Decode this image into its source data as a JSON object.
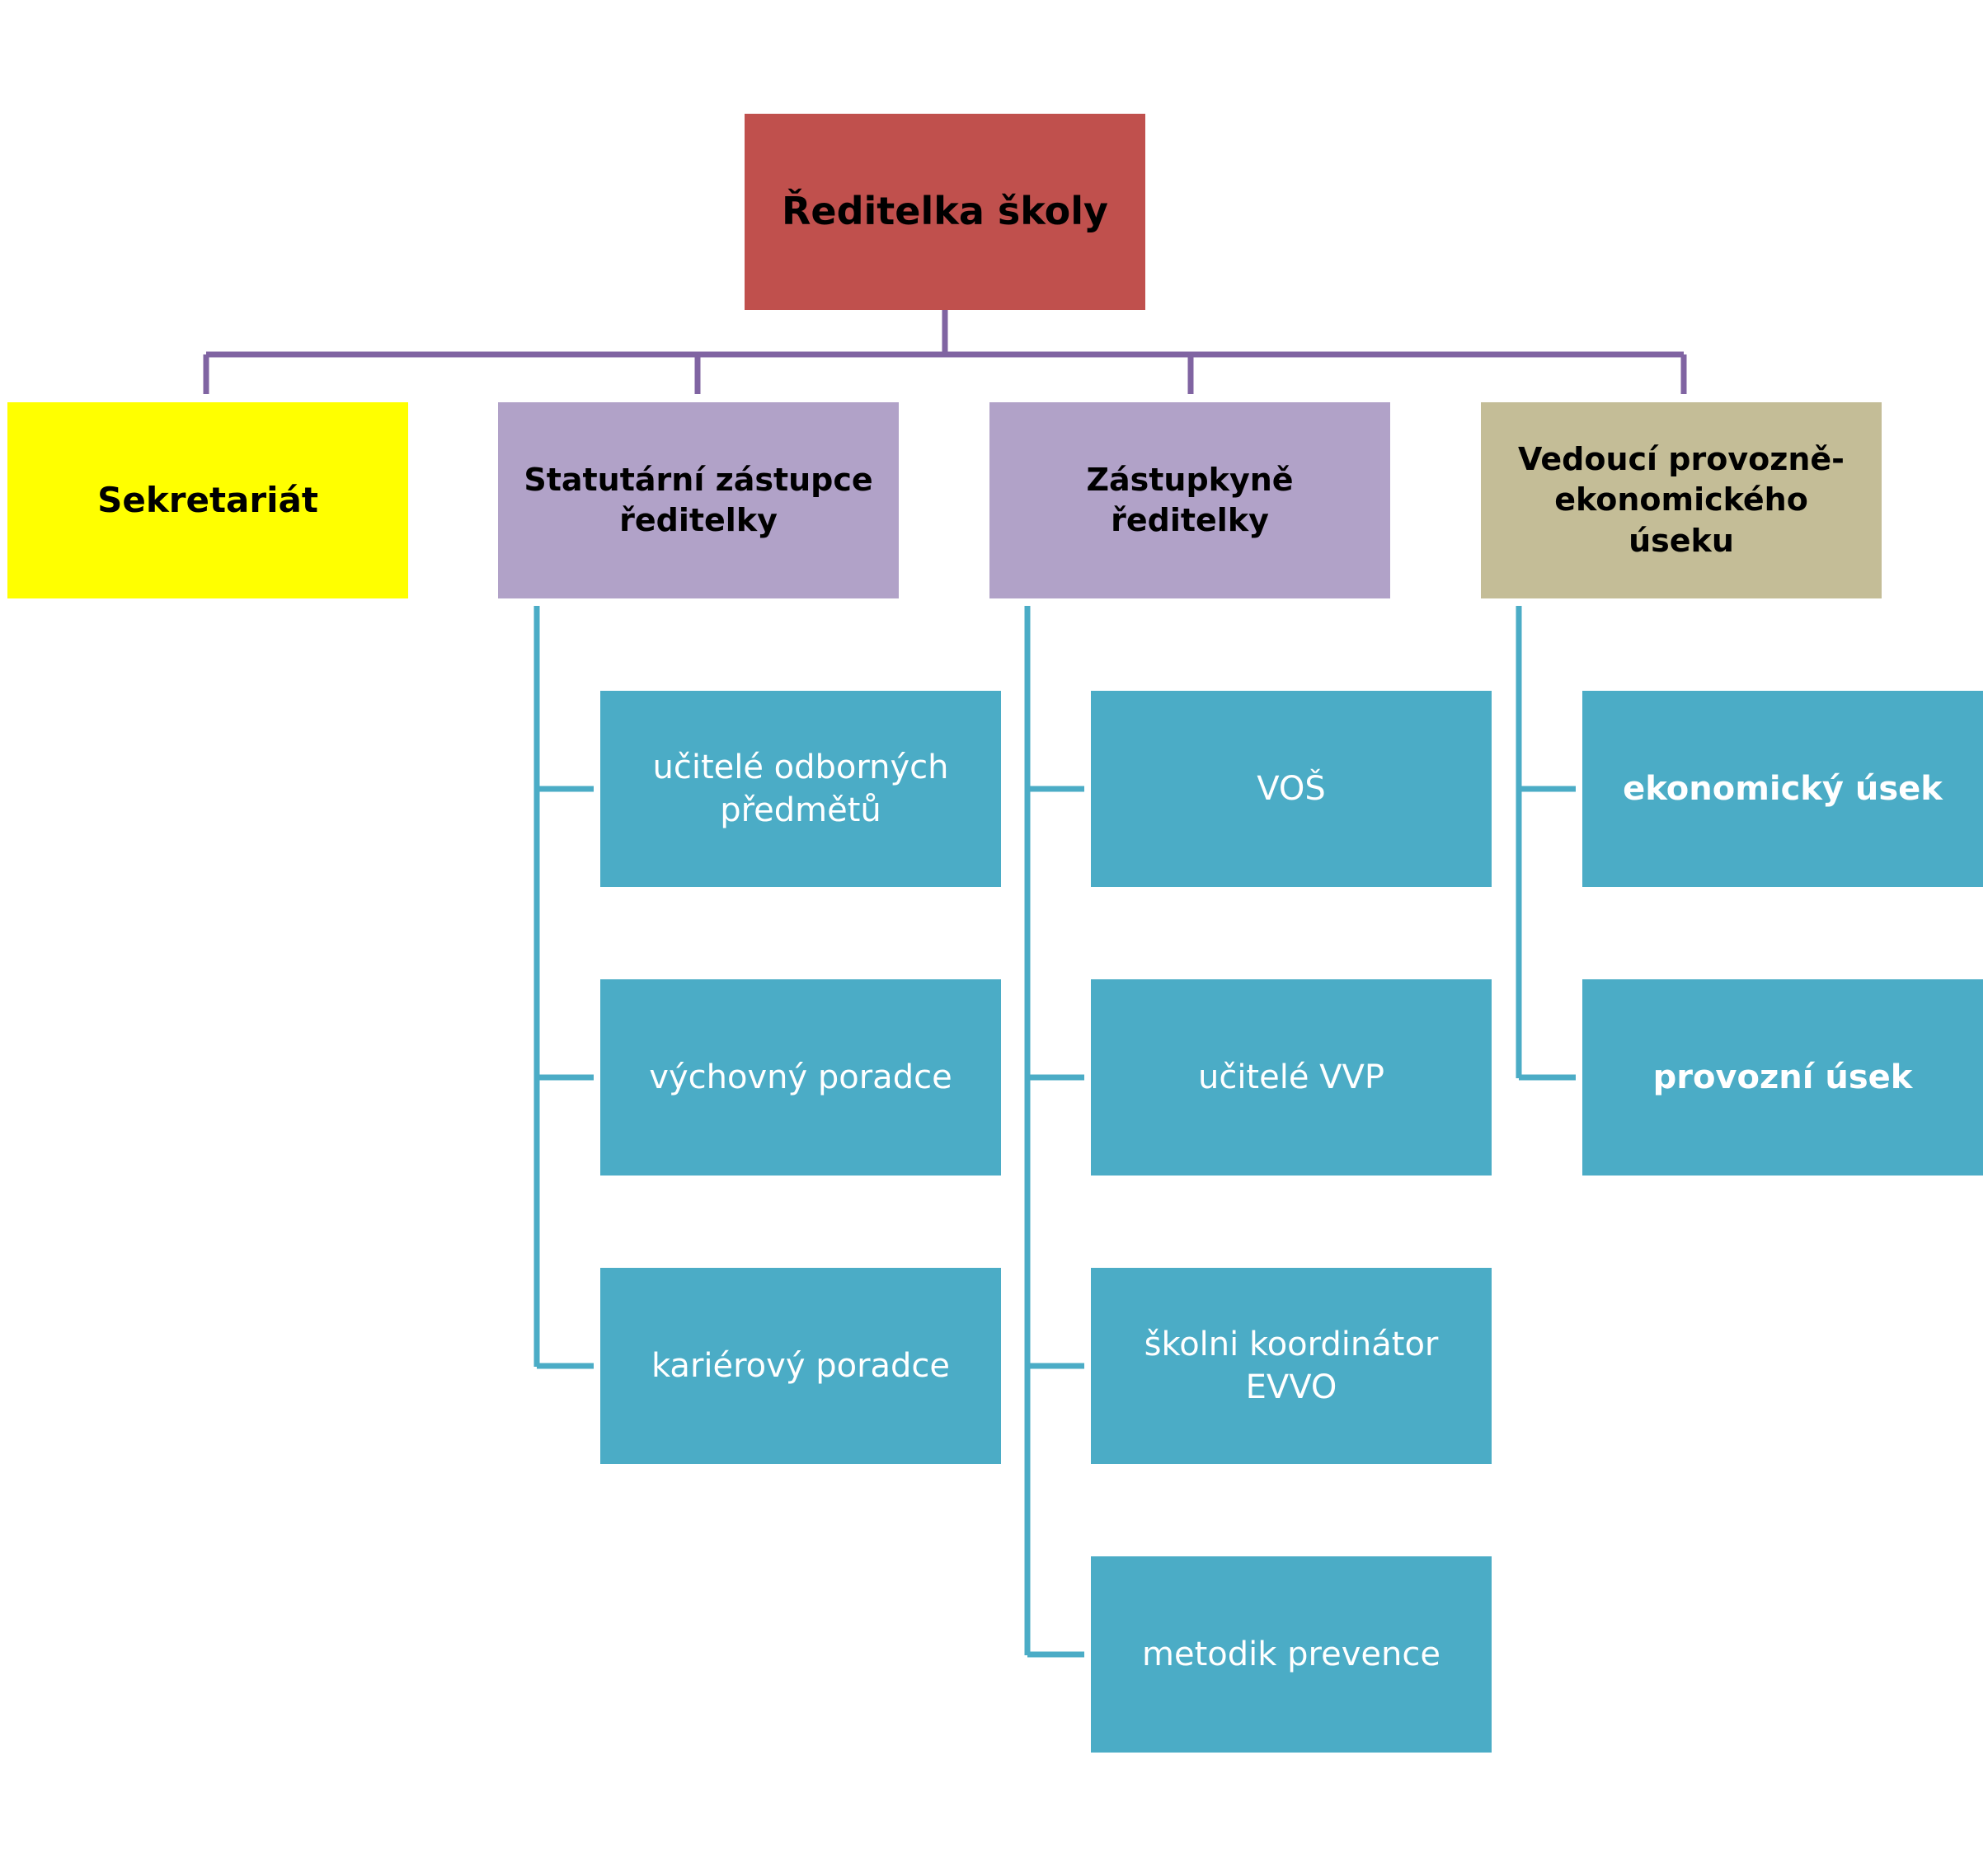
{
  "colors": {
    "director": "#C0504D",
    "secretariat": "#FFFF00",
    "deputy": "#B1A2C8",
    "economic_head": "#C4BD97",
    "child": "#4BACC6",
    "top_connector": "#8064A2",
    "child_connector": "#4BACC6"
  },
  "director": {
    "label": "Ředitelka školy"
  },
  "secretariat": {
    "label": "Sekretariát"
  },
  "statutory_deputy": {
    "label": "Statutární zástupce ředitelky",
    "children": [
      "učitelé odborných předmětů",
      "výchovný poradce",
      "kariérový poradce"
    ]
  },
  "deputy": {
    "label": "Zástupkyně ředitelky",
    "children": [
      "VOŠ",
      "učitelé VVP",
      "školni koordinátor EVVO",
      "metodik prevence"
    ]
  },
  "economic_head": {
    "label": "Vedoucí provozně-ekonomického úseku",
    "children": [
      "ekonomický úsek",
      "provozní úsek"
    ]
  }
}
